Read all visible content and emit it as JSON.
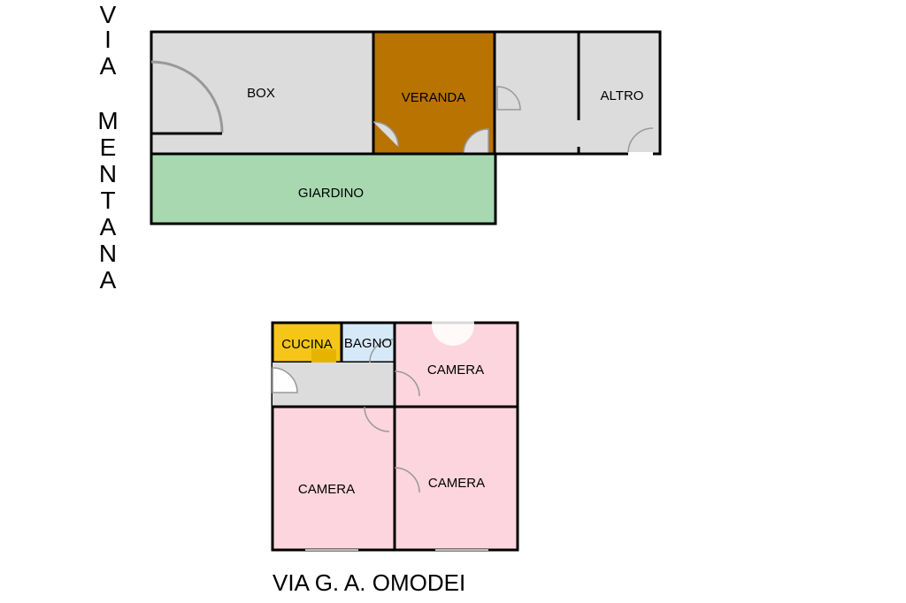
{
  "streets": {
    "mentana_vertical": [
      "V",
      "I",
      "A",
      "",
      "M",
      "E",
      "N",
      "T",
      "A",
      "N",
      "A"
    ],
    "omodei": "VIA G. A. OMODEI"
  },
  "rooms": {
    "box": "BOX",
    "veranda": "VERANDA",
    "altro": "ALTRO",
    "giardino": "GIARDINO",
    "cucina": "CUCINA",
    "bagno": "BAGNO",
    "camera_top_right": "CAMERA",
    "camera_bottom_left": "CAMERA",
    "camera_bottom_right": "CAMERA"
  },
  "colors": {
    "grey": "#dcdcdc",
    "veranda": "#b87300",
    "giardino": "#a8d8b0",
    "cucina": "#f5c518",
    "bagno": "#d6e9f8",
    "camera": "#fdd5de",
    "wall": "#000000",
    "door_arc": "#999999"
  }
}
